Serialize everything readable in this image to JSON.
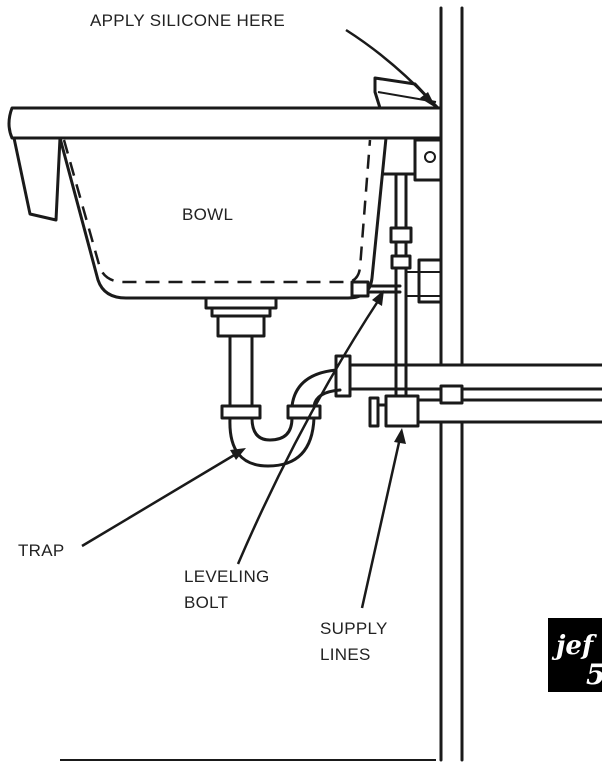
{
  "labels": {
    "apply_silicone": "APPLY SILICONE HERE",
    "bowl": "BOWL",
    "trap": "TRAP",
    "leveling_line1": "LEVELING",
    "leveling_line2": "BOLT",
    "supply_line1": "SUPPLY",
    "supply_line2": "LINES"
  },
  "logo": {
    "line1": "jef",
    "line2": "5"
  },
  "colors": {
    "ink": "#1a1a1a",
    "background": "#ffffff",
    "logo_background": "#000000"
  }
}
